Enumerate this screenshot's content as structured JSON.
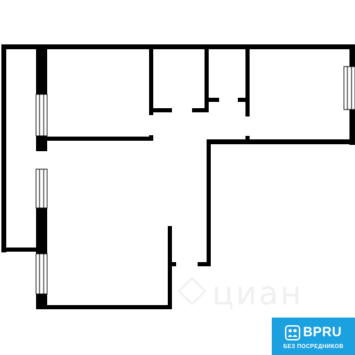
{
  "watermark": {
    "text": "циан"
  },
  "badge": {
    "name": "BPRU",
    "subtitle": "БЕЗ ПОСРЕДНИКОВ",
    "logo_icon": "people-group-icon",
    "background_color": "#1ba0e0"
  },
  "plan": {
    "wall_color": "#000000",
    "window_icon": "window-icon"
  }
}
